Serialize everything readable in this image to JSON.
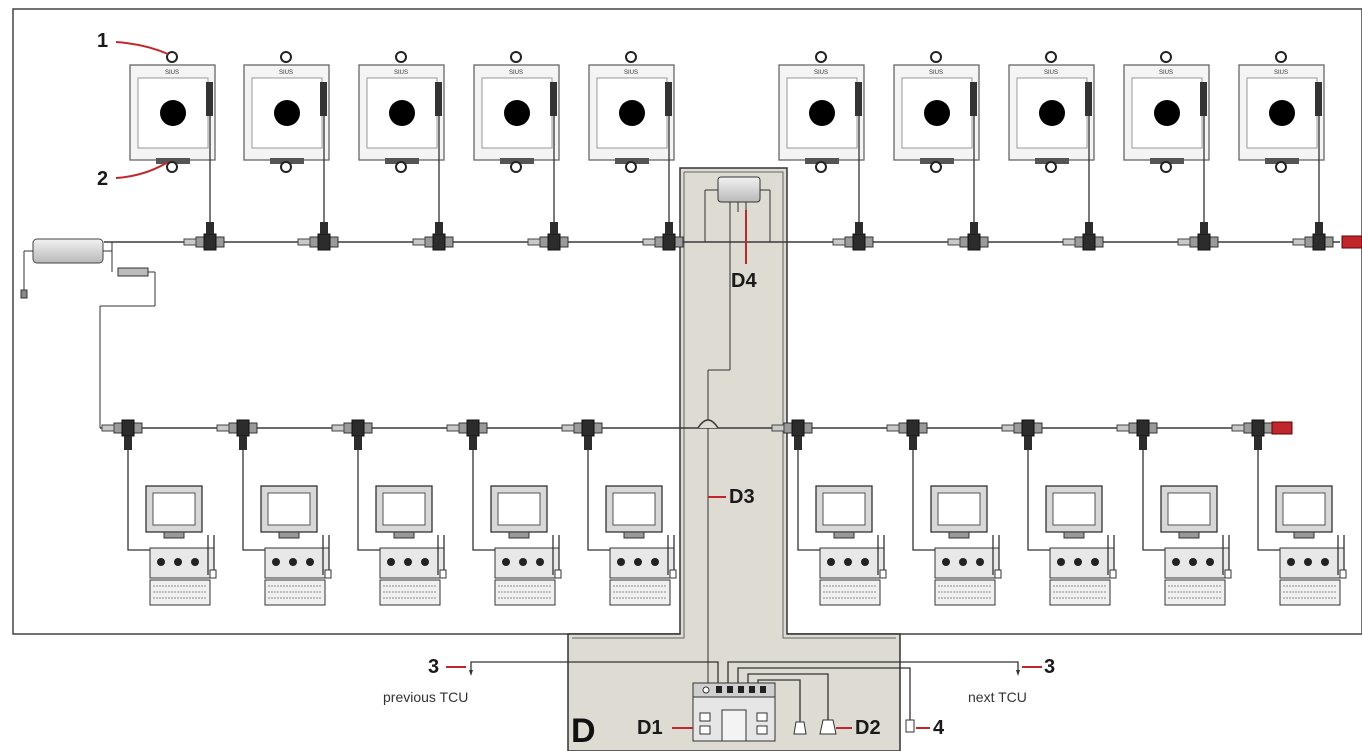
{
  "callouts": {
    "c1": "1",
    "c2": "2",
    "c3_left": "3",
    "c3_right": "3",
    "c4": "4",
    "d1": "D1",
    "d2": "D2",
    "d3": "D3",
    "d4": "D4",
    "zone": "D"
  },
  "labels": {
    "previous": "previous TCU",
    "next": "next TCU",
    "target_brand": "SIUS"
  },
  "colors": {
    "zone_fill": "#dedbd3",
    "line": "#3a3a3a",
    "red_marker": "#c0272d",
    "device_fill": "#e6e6e6"
  },
  "counts": {
    "targets": 10,
    "monitors": 10
  }
}
